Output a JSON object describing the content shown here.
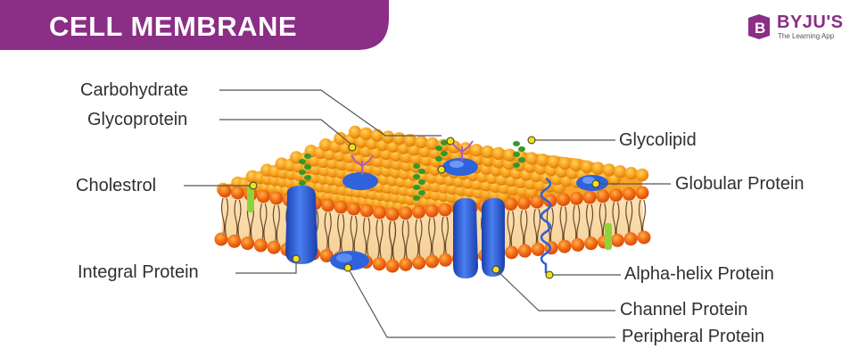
{
  "title": "CELL MEMBRANE",
  "logo": {
    "name": "BYJU'S",
    "tagline": "The Learning App"
  },
  "labels": {
    "carbohydrate": "Carbohydrate",
    "glycoprotein": "Glycoprotein",
    "cholestrol": "Cholestrol",
    "integral_protein": "Integral Protein",
    "glycolipid": "Glycolipid",
    "globular_protein": "Globular Protein",
    "alpha_helix_protein": "Alpha-helix Protein",
    "channel_protein": "Channel Protein",
    "peripheral_protein": "Peripheral Protein"
  },
  "colors": {
    "banner": "#8a2e86",
    "lipid_head": "#f7a21b",
    "lipid_head_dark": "#e8610e",
    "protein": "#2e5fd9",
    "glyco_chain": "#2f9a2b",
    "sugar": "#b25ab8",
    "pointer": "#f2e016"
  }
}
